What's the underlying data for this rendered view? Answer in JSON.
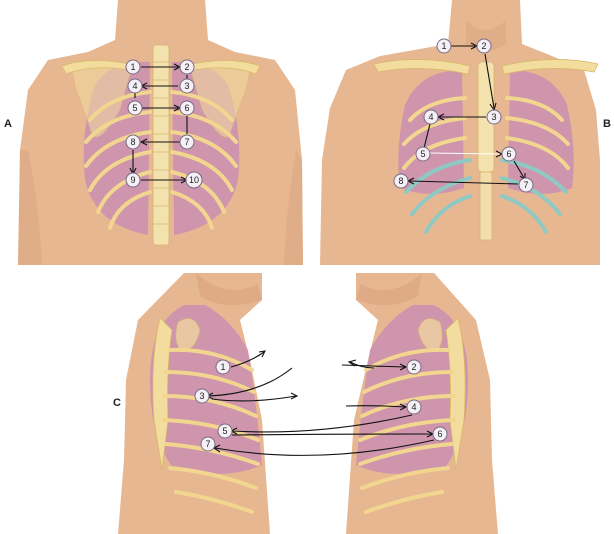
{
  "panels": {
    "A": {
      "label": "A",
      "markers": [
        {
          "n": "1",
          "side": "left"
        },
        {
          "n": "2",
          "side": "right"
        },
        {
          "n": "3",
          "side": "right"
        },
        {
          "n": "4",
          "side": "left"
        },
        {
          "n": "5",
          "side": "left"
        },
        {
          "n": "6",
          "side": "right"
        },
        {
          "n": "7",
          "side": "right"
        },
        {
          "n": "8",
          "side": "left"
        },
        {
          "n": "9",
          "side": "left"
        },
        {
          "n": "10",
          "side": "right"
        }
      ]
    },
    "B": {
      "label": "B",
      "markers": [
        {
          "n": "1"
        },
        {
          "n": "2"
        },
        {
          "n": "3"
        },
        {
          "n": "4"
        },
        {
          "n": "5"
        },
        {
          "n": "6"
        },
        {
          "n": "7"
        },
        {
          "n": "8"
        }
      ]
    },
    "C": {
      "label": "C",
      "left_markers": [
        {
          "n": "1"
        },
        {
          "n": "3"
        },
        {
          "n": "5"
        },
        {
          "n": "7"
        }
      ],
      "right_markers": [
        {
          "n": "2"
        },
        {
          "n": "4"
        },
        {
          "n": "6"
        }
      ]
    }
  },
  "colors": {
    "skin": "#e7b792",
    "lung": "#c98fb0",
    "bone": "#f3dd9e",
    "cartilage": "#8ec9c4",
    "arrow": "#111111"
  }
}
